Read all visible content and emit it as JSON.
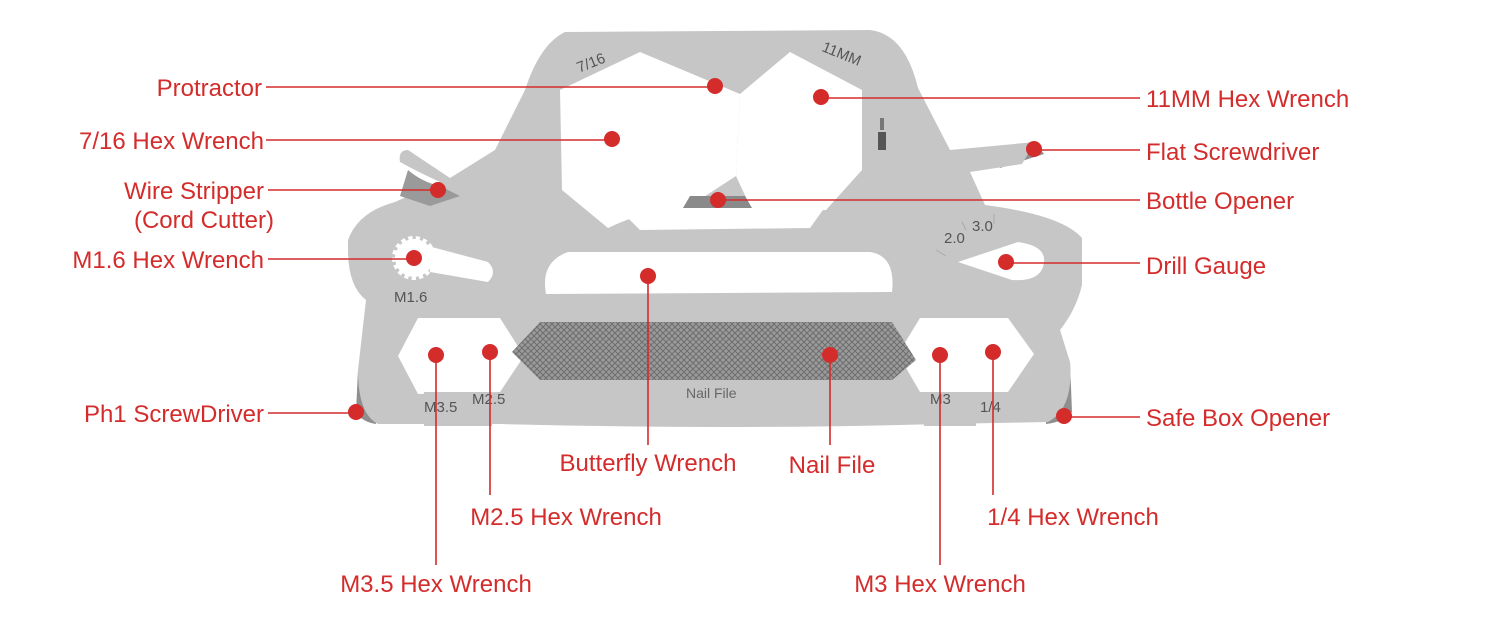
{
  "colors": {
    "accent": "#d42b2b",
    "tool_body": "#c6c6c6",
    "tool_shadow": "#909090",
    "background": "#ffffff"
  },
  "etched": {
    "size_716": "7/16",
    "size_11mm": "11MM",
    "m16": "M1.6",
    "gauge_20": "2.0",
    "gauge_30": "3.0",
    "m35": "M3.5",
    "m25": "M2.5",
    "nail_file": "Nail File",
    "m3": "M3",
    "quarter": "1/4"
  },
  "labels": {
    "protractor": "Protractor",
    "hex716": "7/16 Hex Wrench",
    "wire_stripper_1": "Wire Stripper",
    "wire_stripper_2": "(Cord Cutter)",
    "m16_hex": "M1.6 Hex Wrench",
    "ph1": "Ph1 ScrewDriver",
    "hex11mm": "11MM Hex Wrench",
    "flat_screwdriver": "Flat Screwdriver",
    "bottle_opener": "Bottle Opener",
    "drill_gauge": "Drill Gauge",
    "safe_box_opener": "Safe Box Opener",
    "butterfly_wrench": "Butterfly Wrench",
    "nail_file": "Nail File",
    "m25_hex": "M2.5 Hex Wrench",
    "quarter_hex": "1/4 Hex Wrench",
    "m35_hex": "M3.5 Hex Wrench",
    "m3_hex": "M3 Hex Wrench"
  }
}
